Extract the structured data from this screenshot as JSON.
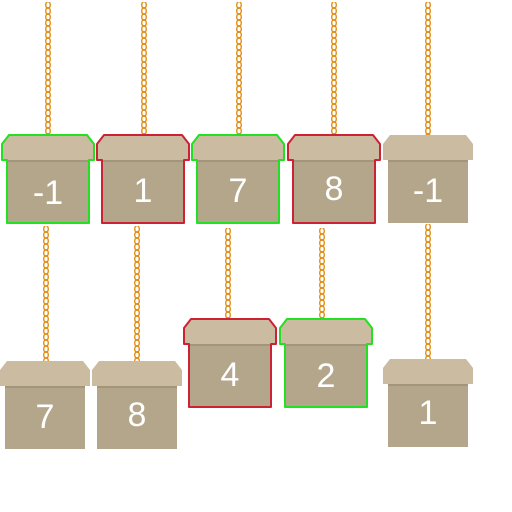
{
  "colors": {
    "lid": "#cbbba0",
    "body": "#b3a68b",
    "chain": "#e0901a",
    "selected_green": "#22e022",
    "selected_red": "#cc2233",
    "text": "#ffffff"
  },
  "boxes": [
    {
      "id": "b1",
      "label": "-1",
      "outline": "green"
    },
    {
      "id": "b2",
      "label": "1",
      "outline": "red"
    },
    {
      "id": "b3",
      "label": "7",
      "outline": "green"
    },
    {
      "id": "b4",
      "label": "8",
      "outline": "red"
    },
    {
      "id": "b5",
      "label": "-1",
      "outline": "none"
    },
    {
      "id": "b6",
      "label": "7",
      "outline": "none"
    },
    {
      "id": "b7",
      "label": "8",
      "outline": "none"
    },
    {
      "id": "b8",
      "label": "4",
      "outline": "red"
    },
    {
      "id": "b9",
      "label": "2",
      "outline": "green"
    },
    {
      "id": "b10",
      "label": "1",
      "outline": "none"
    }
  ]
}
